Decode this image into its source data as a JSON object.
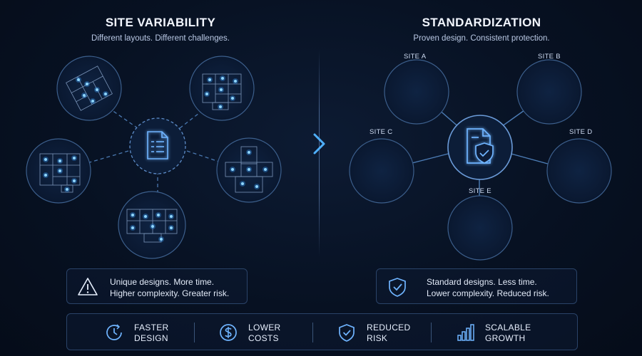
{
  "left": {
    "title": "SITE VARIABILITY",
    "subtitle": "Different layouts. Different challenges.",
    "note_line1": "Unique designs. More time.",
    "note_line2": "Higher complexity. Greater risk."
  },
  "right": {
    "title": "STANDARDIZATION",
    "subtitle": "Proven design. Consistent protection.",
    "sites": [
      "SITE A",
      "SITE B",
      "SITE C",
      "SITE D",
      "SITE E"
    ],
    "note_line1": "Standard designs. Less time.",
    "note_line2": "Lower complexity. Reduced risk."
  },
  "benefits": [
    {
      "line1": "FASTER",
      "line2": "DESIGN",
      "icon": "clock-icon"
    },
    {
      "line1": "LOWER",
      "line2": "COSTS",
      "icon": "dollar-icon"
    },
    {
      "line1": "REDUCED",
      "line2": "RISK",
      "icon": "shield-check-icon"
    },
    {
      "line1": "SCALABLE",
      "line2": "GROWTH",
      "icon": "bar-chart-icon"
    }
  ],
  "colors": {
    "accent": "#3aa0ff",
    "glow": "#5fc4ff",
    "border": "#2a4368",
    "background": "#071122"
  }
}
